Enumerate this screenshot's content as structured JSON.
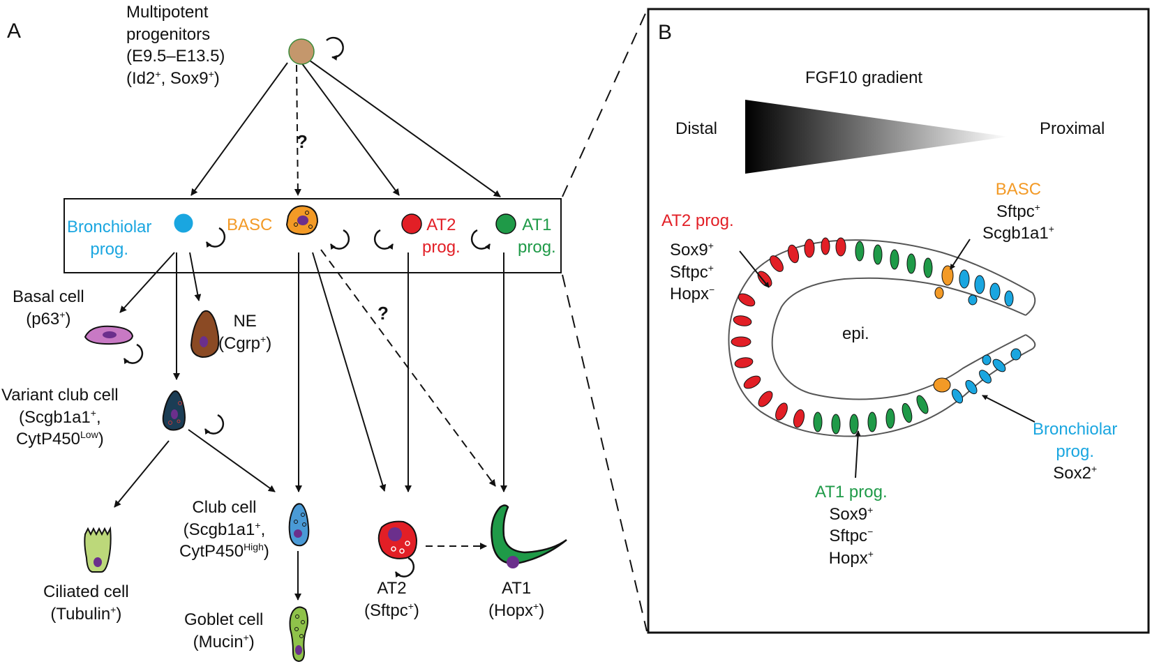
{
  "panel_a": {
    "letter": "A",
    "question_mark": "?",
    "multipotent": {
      "line1": "Multipotent",
      "line2": "progenitors",
      "line3": "(E9.5–E13.5)",
      "marker1": "Id2",
      "marker2": "Sox9",
      "sup": "+"
    },
    "box": {
      "bronchiolar": {
        "line1": "Bronchiolar",
        "line2": "prog."
      },
      "basc": "BASC",
      "at2": {
        "line1": "AT2",
        "line2": "prog."
      },
      "at1": {
        "line1": "AT1",
        "line2": "prog."
      }
    },
    "basal": {
      "name": "Basal cell",
      "marker": "p63",
      "sup": "+"
    },
    "ne": {
      "name": "NE",
      "marker": "Cgrp",
      "sup": "+"
    },
    "variant_club": {
      "name": "Variant club cell",
      "marker1": "Scgb1a1",
      "sup1": "+",
      "marker2": "CytP450",
      "sup2": "Low"
    },
    "ciliated": {
      "name": "Ciliated cell",
      "marker": "Tubulin",
      "sup": "+"
    },
    "club": {
      "name": "Club cell",
      "marker1": "Scgb1a1",
      "sup1": "+",
      "marker2": "CytP450",
      "sup2": "High"
    },
    "goblet": {
      "name": "Goblet cell",
      "marker": "Mucin",
      "sup": "+"
    },
    "at2": {
      "name": "AT2",
      "marker": "Sftpc",
      "sup": "+"
    },
    "at1": {
      "name": "AT1",
      "marker": "Hopx",
      "sup": "+"
    }
  },
  "panel_b": {
    "letter": "B",
    "gradient_title": "FGF10 gradient",
    "distal": "Distal",
    "proximal": "Proximal",
    "center": "epi.",
    "basc": {
      "title": "BASC",
      "m1": "Sftpc",
      "s1": "+",
      "m2": "Scgb1a1",
      "s2": "+"
    },
    "at2": {
      "title": "AT2 prog.",
      "m1": "Sox9",
      "s1": "+",
      "m2": "Sftpc",
      "s2": "+",
      "m3": "Hopx",
      "s3": "−"
    },
    "at1": {
      "title": "AT1 prog.",
      "m1": "Sox9",
      "s1": "+",
      "m2": "Sftpc",
      "s2": "−",
      "m3": "Hopx",
      "s3": "+"
    },
    "bronchiolar": {
      "title1": "Bronchiolar",
      "title2": "prog.",
      "m1": "Sox2",
      "s1": "+"
    }
  },
  "colors": {
    "multipotent": "#c4976c",
    "bronchiolar": "#1aa6e0",
    "basc": "#f39a26",
    "at2": "#e21f26",
    "at1": "#1f9a48",
    "basal": "#c879c4",
    "ne": "#8b4a24",
    "variant_club": "#1b3d55",
    "club": "#4a9ad6",
    "ciliated": "#bcd87a",
    "goblet": "#8fc24a",
    "nucleus": "#6b2f8c"
  }
}
